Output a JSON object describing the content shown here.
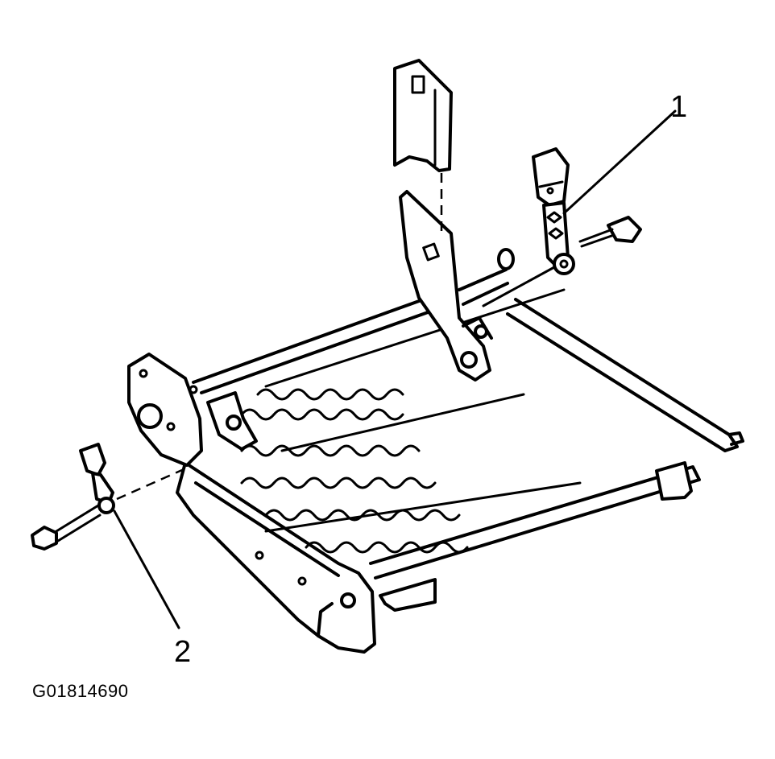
{
  "diagram": {
    "callouts": [
      {
        "id": "callout-1",
        "label": "1"
      },
      {
        "id": "callout-2",
        "label": "2"
      }
    ],
    "figure_id": "G01814690"
  },
  "colors": {
    "line": "#000000",
    "background": "#ffffff"
  }
}
